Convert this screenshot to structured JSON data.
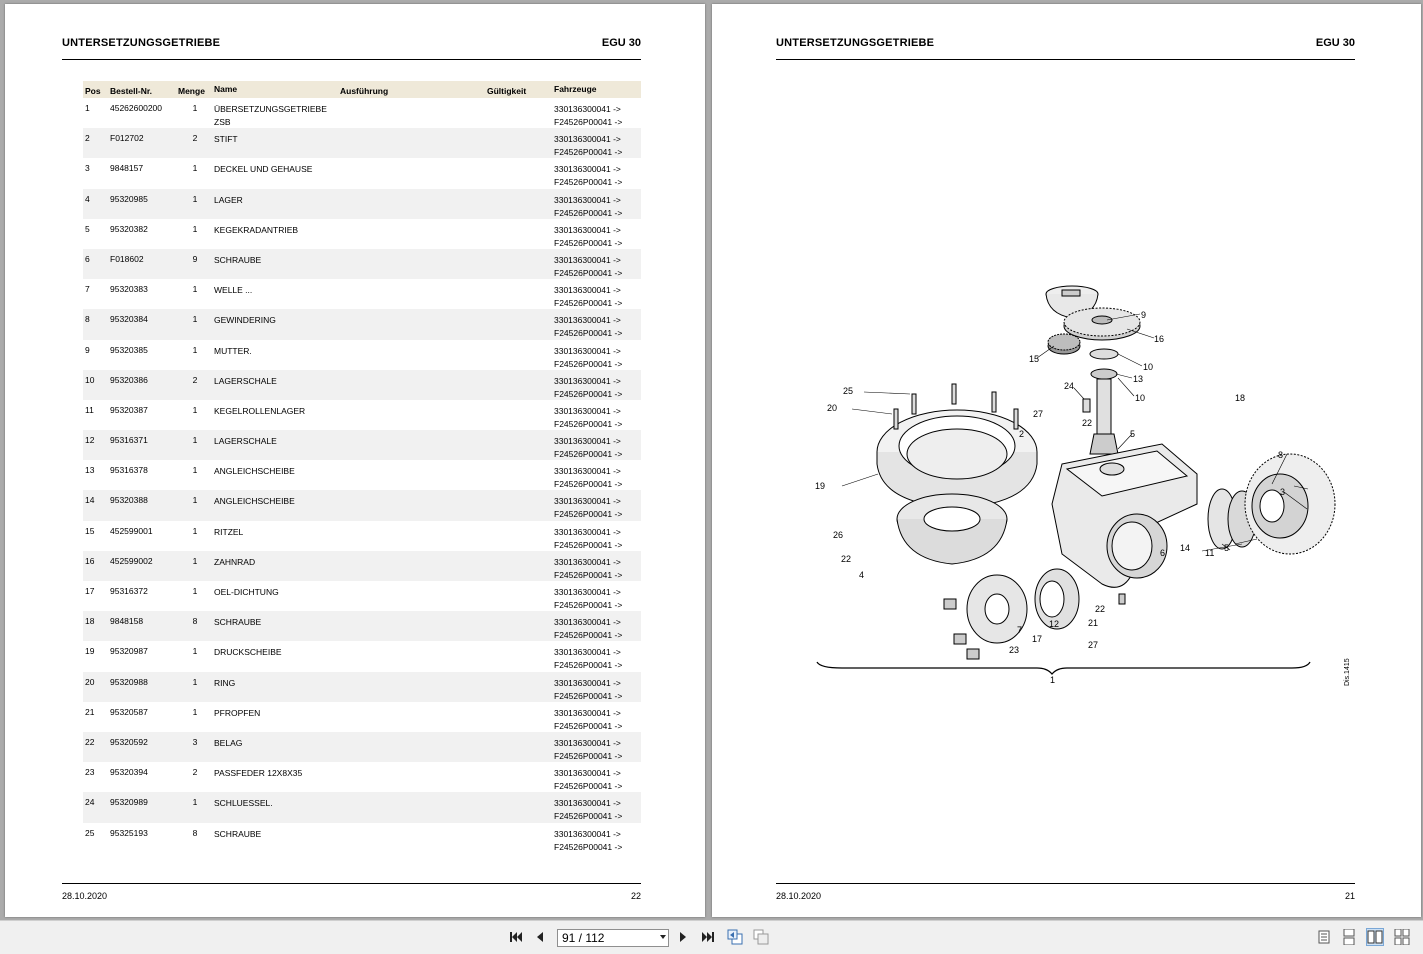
{
  "left_page": {
    "title": "UNTERSETZUNGSGETRIEBE",
    "model": "EGU 30",
    "footer_date": "28.10.2020",
    "page_number": "22",
    "table": {
      "headers": [
        "Pos",
        "Bestell-Nr.",
        "Menge",
        "Name",
        "Ausführung",
        "Gültigkeit",
        "Fahrzeuge"
      ],
      "rows": [
        [
          "1",
          "45262600200",
          "1",
          "ÜBERSETZUNGSGETRIEBE",
          "ZSB"
        ],
        [
          "2",
          "F012702",
          "2",
          "STIFT",
          ""
        ],
        [
          "3",
          "9848157",
          "1",
          "DECKEL UND GEHAUSE",
          ""
        ],
        [
          "4",
          "95320985",
          "1",
          "LAGER",
          ""
        ],
        [
          "5",
          "95320382",
          "1",
          "KEGEKRADANTRIEB",
          ""
        ],
        [
          "6",
          "F018602",
          "9",
          "SCHRAUBE",
          ""
        ],
        [
          "7",
          "95320383",
          "1",
          "WELLE ...",
          ""
        ],
        [
          "8",
          "95320384",
          "1",
          "GEWINDERING",
          ""
        ],
        [
          "9",
          "95320385",
          "1",
          "MUTTER.",
          ""
        ],
        [
          "10",
          "95320386",
          "2",
          "LAGERSCHALE",
          ""
        ],
        [
          "11",
          "95320387",
          "1",
          "KEGELROLLENLAGER",
          ""
        ],
        [
          "12",
          "95316371",
          "1",
          "LAGERSCHALE",
          ""
        ],
        [
          "13",
          "95316378",
          "1",
          "ANGLEICHSCHEIBE",
          ""
        ],
        [
          "14",
          "95320388",
          "1",
          "ANGLEICHSCHEIBE",
          ""
        ],
        [
          "15",
          "452599001",
          "1",
          "RITZEL",
          ""
        ],
        [
          "16",
          "452599002",
          "1",
          "ZAHNRAD",
          ""
        ],
        [
          "17",
          "95316372",
          "1",
          "OEL-DICHTUNG",
          ""
        ],
        [
          "18",
          "9848158",
          "8",
          "SCHRAUBE",
          ""
        ],
        [
          "19",
          "95320987",
          "1",
          "DRUCKSCHEIBE",
          ""
        ],
        [
          "20",
          "95320988",
          "1",
          "RING",
          ""
        ],
        [
          "21",
          "95320587",
          "1",
          "PFROPFEN",
          ""
        ],
        [
          "22",
          "95320592",
          "3",
          "BELAG",
          ""
        ],
        [
          "23",
          "95320394",
          "2",
          "PASSFEDER 12X8X35",
          ""
        ],
        [
          "24",
          "95320989",
          "1",
          "SCHLUESSEL.",
          ""
        ],
        [
          "25",
          "95325193",
          "8",
          "SCHRAUBE",
          ""
        ]
      ],
      "vehicle_line1": "330136300041 ->",
      "vehicle_line2": "F24526P00041 ->"
    }
  },
  "right_page": {
    "title": "UNTERSETZUNGSGETRIEBE",
    "model": "EGU 30",
    "footer_date": "28.10.2020",
    "page_number": "21",
    "diagram_code": "Dis.1415",
    "callouts": [
      "9",
      "16",
      "15",
      "10",
      "13",
      "10",
      "24",
      "18",
      "25",
      "27",
      "22",
      "20",
      "2",
      "5",
      "8",
      "3",
      "19",
      "26",
      "6",
      "14",
      "11",
      "5",
      "22",
      "4",
      "12",
      "22",
      "21",
      "7",
      "17",
      "27",
      "23",
      "1"
    ]
  },
  "toolbar": {
    "page_display": "91 / 112",
    "icons": [
      "first-page-icon",
      "previous-page-icon",
      "next-page-icon",
      "last-page-icon",
      "go-back-view-icon",
      "go-forward-view-icon",
      "single-page-view-icon",
      "continuous-view-icon",
      "two-page-view-icon",
      "two-page-continuous-view-icon"
    ]
  }
}
